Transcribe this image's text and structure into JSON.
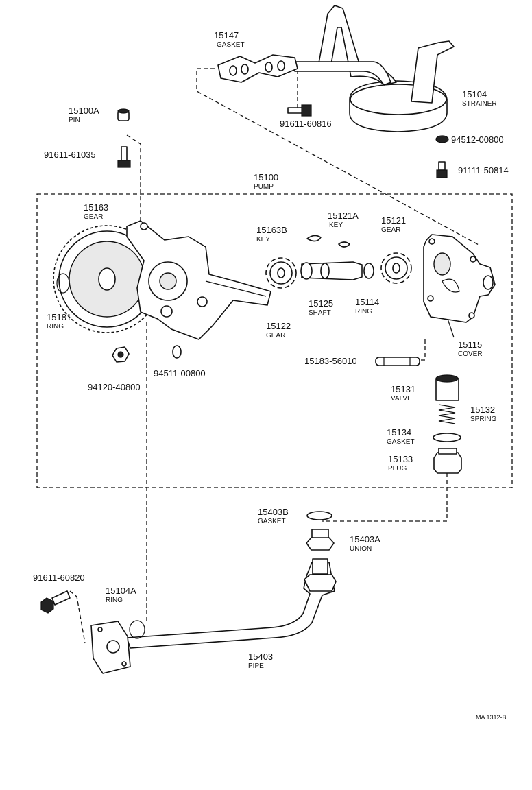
{
  "diagram_code": "MA 1312-B",
  "parts": [
    {
      "id": "p15147",
      "number": "15147",
      "name": "GASKET"
    },
    {
      "id": "p15104",
      "number": "15104",
      "name": "STRAINER"
    },
    {
      "id": "p91611_60816",
      "number": "91611-60816",
      "name": ""
    },
    {
      "id": "p94512",
      "number": "94512-00800",
      "name": ""
    },
    {
      "id": "p91111",
      "number": "91111-50814",
      "name": ""
    },
    {
      "id": "p15100A",
      "number": "15100A",
      "name": "PIN"
    },
    {
      "id": "p91611_61035",
      "number": "91611-61035",
      "name": ""
    },
    {
      "id": "p15100",
      "number": "15100",
      "name": "PUMP"
    },
    {
      "id": "p15163",
      "number": "15163",
      "name": "GEAR"
    },
    {
      "id": "p15163B",
      "number": "15163B",
      "name": "KEY"
    },
    {
      "id": "p15121A",
      "number": "15121A",
      "name": "KEY"
    },
    {
      "id": "p15121",
      "number": "15121",
      "name": "GEAR"
    },
    {
      "id": "p15125",
      "number": "15125",
      "name": "SHAFT"
    },
    {
      "id": "p15114",
      "number": "15114",
      "name": "RING"
    },
    {
      "id": "p15122",
      "number": "15122",
      "name": "GEAR"
    },
    {
      "id": "p15181",
      "number": "15181",
      "name": "RING"
    },
    {
      "id": "p15115",
      "number": "15115",
      "name": "COVER"
    },
    {
      "id": "p94511",
      "number": "94511-00800",
      "name": ""
    },
    {
      "id": "p94120",
      "number": "94120-40800",
      "name": ""
    },
    {
      "id": "p15183",
      "number": "15183-56010",
      "name": ""
    },
    {
      "id": "p15131",
      "number": "15131",
      "name": "VALVE"
    },
    {
      "id": "p15132",
      "number": "15132",
      "name": "SPRING"
    },
    {
      "id": "p15134",
      "number": "15134",
      "name": "GASKET"
    },
    {
      "id": "p15133",
      "number": "15133",
      "name": "PLUG"
    },
    {
      "id": "p15403B",
      "number": "15403B",
      "name": "GASKET"
    },
    {
      "id": "p15403A",
      "number": "15403A",
      "name": "UNION"
    },
    {
      "id": "p91611_60820",
      "number": "91611-60820",
      "name": ""
    },
    {
      "id": "p15104A",
      "number": "15104A",
      "name": "RING"
    },
    {
      "id": "p15403",
      "number": "15403",
      "name": "PIPE"
    }
  ]
}
